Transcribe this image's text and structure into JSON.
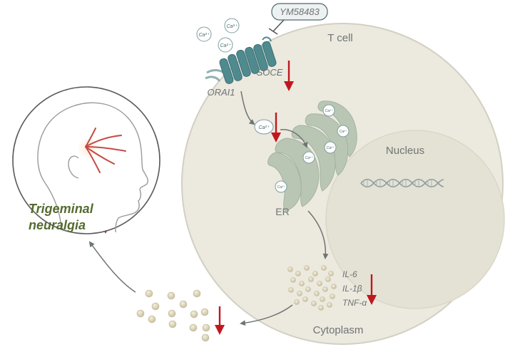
{
  "labels": {
    "inhibitor": "YM58483",
    "t_cell": "T cell",
    "soce": "SOCE",
    "orai1": "ORAI1",
    "nucleus": "Nucleus",
    "er": "ER",
    "cytoplasm": "Cytoplasm",
    "trigeminal_line1": "Trigeminal",
    "trigeminal_line2": "neuralgia",
    "ca_ion": "Ca²⁺"
  },
  "cytokines": [
    "IL-6",
    "IL-1β",
    "TNF-α"
  ],
  "colors": {
    "cell_fill": "#ece9df",
    "cell_stroke": "#d3cfc2",
    "nucleus_fill": "#e4e2d4",
    "channel": "#4f8a8f",
    "er_fill": "#b9c6b4",
    "down_arrow": "#c0171f",
    "granule": "#d8d0b6",
    "text": "#6f7474",
    "trigeminal_text": "#556b2f"
  },
  "icons": [
    "down-arrow-icon",
    "inhibition-bar-icon",
    "dna-helix-icon",
    "calcium-ion-icon",
    "head-profile-icon",
    "nerve-pain-icon"
  ]
}
